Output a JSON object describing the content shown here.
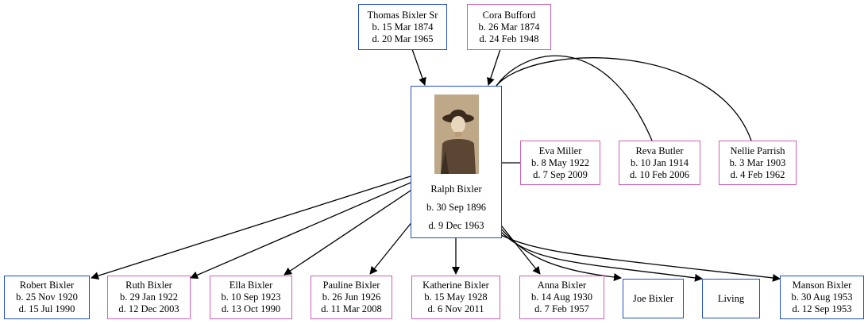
{
  "colors": {
    "male_border": "#1f4fbf",
    "female_border": "#d05fb5",
    "edge": "#000000"
  },
  "center": {
    "name": "Ralph Bixler",
    "birth": "b. 30 Sep 1896",
    "death": "d. 9 Dec 1963",
    "photo": "portrait-photo"
  },
  "parents": [
    {
      "name": "Thomas Bixler Sr",
      "birth": "b. 15 Mar 1874",
      "death": "d. 20 Mar 1965",
      "sex": "male"
    },
    {
      "name": "Cora Bufford",
      "birth": "b. 26 Mar 1874",
      "death": "d. 24 Feb 1948",
      "sex": "female"
    }
  ],
  "spouses": [
    {
      "name": "Eva Miller",
      "birth": "b. 8 May 1922",
      "death": "d. 7 Sep 2009",
      "sex": "female"
    },
    {
      "name": "Reva Butler",
      "birth": "b. 10 Jan 1914",
      "death": "d. 10 Feb 2006",
      "sex": "female"
    },
    {
      "name": "Nellie Parrish",
      "birth": "b. 3 Mar 1903",
      "death": "d. 4 Feb 1962",
      "sex": "female"
    }
  ],
  "children": [
    {
      "name": "Robert Bixler",
      "birth": "b. 25 Nov 1920",
      "death": "d. 15 Jul 1990",
      "sex": "male"
    },
    {
      "name": "Ruth Bixler",
      "birth": "b. 29 Jan 1922",
      "death": "d. 12 Dec 2003",
      "sex": "female"
    },
    {
      "name": "Ella Bixler",
      "birth": "b. 10 Sep 1923",
      "death": "d. 13 Oct 1990",
      "sex": "female"
    },
    {
      "name": "Pauline Bixler",
      "birth": "b. 26 Jun 1926",
      "death": "d. 11 Mar 2008",
      "sex": "female"
    },
    {
      "name": "Katherine Bixler",
      "birth": "b. 15 May 1928",
      "death": "d. 6 Nov 2011",
      "sex": "female"
    },
    {
      "name": "Anna Bixler",
      "birth": "b. 14 Aug 1930",
      "death": "d. 7 Feb 1957",
      "sex": "female"
    },
    {
      "name": "Joe Bixler",
      "birth": "",
      "death": "",
      "sex": "male"
    },
    {
      "name": "Living",
      "birth": "",
      "death": "",
      "sex": "male"
    },
    {
      "name": "Manson Bixler",
      "birth": "b. 30 Aug 1953",
      "death": "d. 12 Sep 1953",
      "sex": "male"
    }
  ]
}
